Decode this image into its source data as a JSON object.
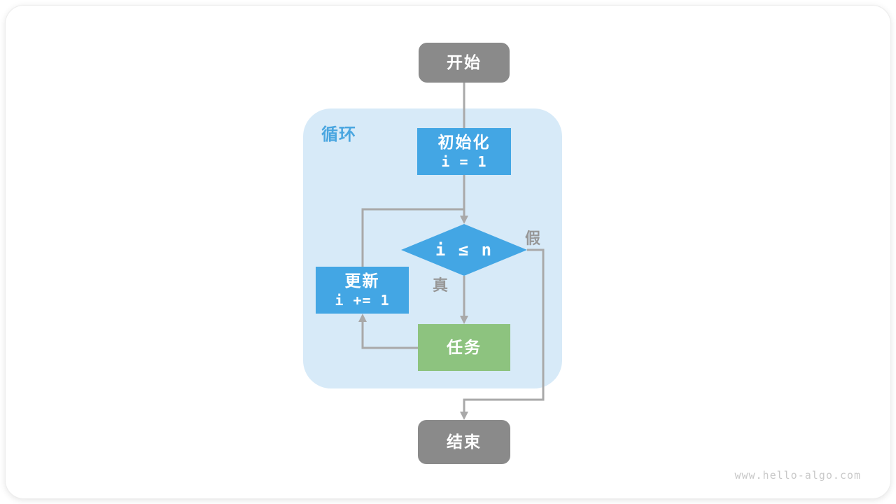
{
  "colors": {
    "blue": "#43a6e4",
    "green": "#8dc37f",
    "node_gray": "#8a8a8a",
    "panel_light_blue": "#d7eaf8",
    "edge_line": "#a9a9a9",
    "edge_label_gray": "#979797",
    "loop_label_blue": "#4aa6e0",
    "watermark_gray": "#c9c9c9"
  },
  "flowchart": {
    "loop_label": "循环",
    "nodes": {
      "start": {
        "label": "开始"
      },
      "init": {
        "label": "初始化",
        "code": "i = 1"
      },
      "condition": {
        "label": "i ≤ n"
      },
      "update": {
        "label": "更新",
        "code": "i += 1"
      },
      "task": {
        "label": "任务"
      },
      "end": {
        "label": "结束"
      }
    },
    "edge_labels": {
      "true_branch": "真",
      "false_branch": "假"
    }
  },
  "watermark": "www.hello-algo.com"
}
